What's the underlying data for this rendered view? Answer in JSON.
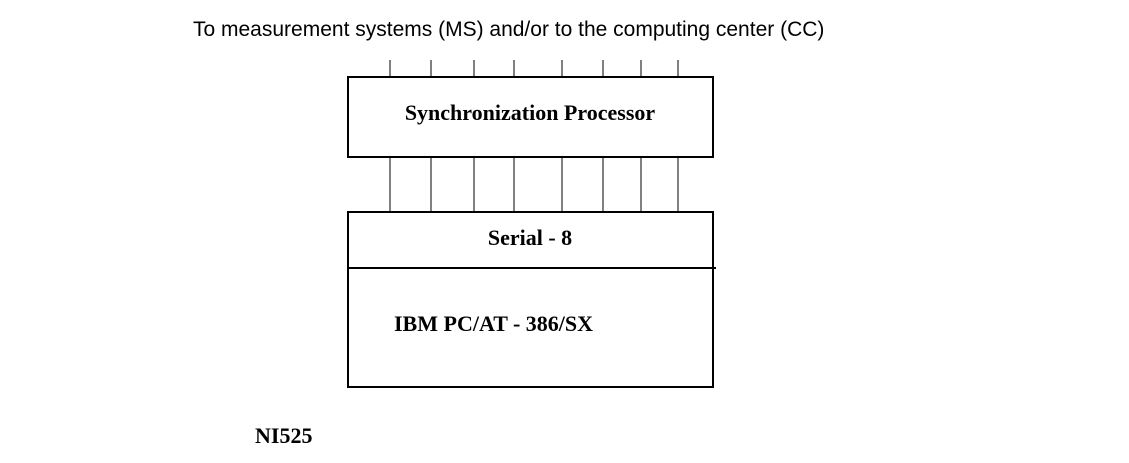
{
  "top_label": "To measurement systems (MS) and/or to the computing center (CC)",
  "blocks": {
    "sync_processor": "Synchronization Processor",
    "serial": "Serial - 8",
    "pc": "IBM PC/AT - 386/SX"
  },
  "figure_label": "NI525",
  "connections": {
    "top_lines": 8,
    "middle_lines": 8
  }
}
